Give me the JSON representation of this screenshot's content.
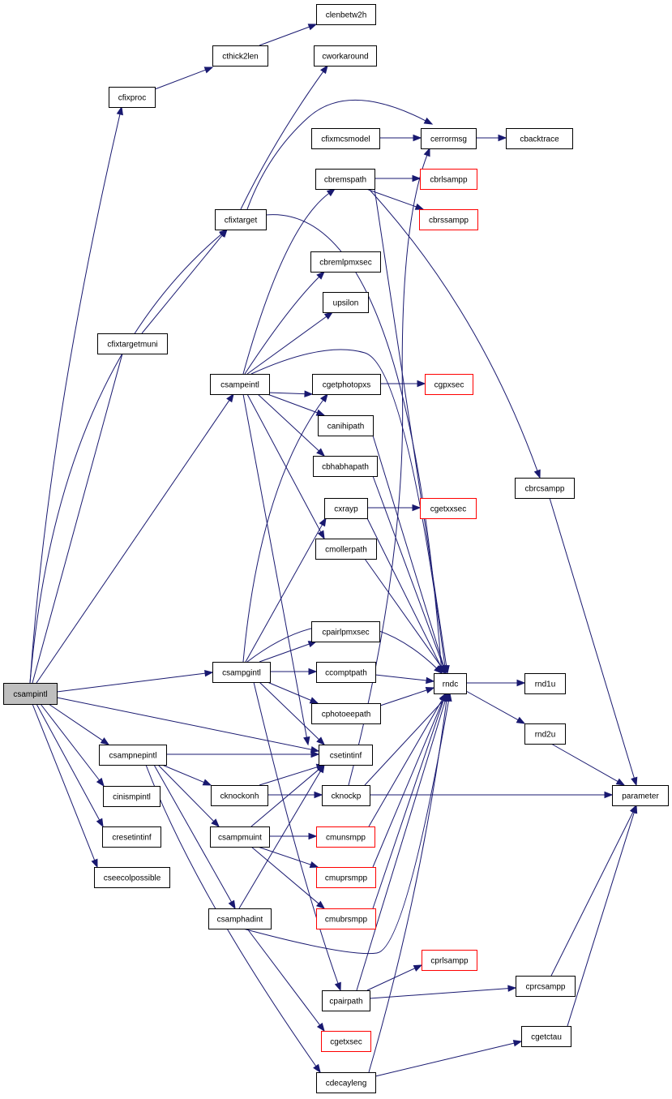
{
  "graph": {
    "root": "csampintl",
    "colors": {
      "edge": "#191970",
      "normal_border": "#000000",
      "missing_border": "#ff0000",
      "root_fill": "#bfbfbf"
    },
    "nodes": [
      {
        "id": "csampintl",
        "label": "csampintl",
        "style": "root"
      },
      {
        "id": "cfixproc",
        "label": "cfixproc",
        "style": "normal"
      },
      {
        "id": "cthick2len",
        "label": "cthick2len",
        "style": "normal"
      },
      {
        "id": "clenbetw2h",
        "label": "clenbetw2h",
        "style": "normal"
      },
      {
        "id": "cworkaround",
        "label": "cworkaround",
        "style": "normal"
      },
      {
        "id": "cfixmcsmodel",
        "label": "cfixmcsmodel",
        "style": "normal"
      },
      {
        "id": "cerrormsg",
        "label": "cerrormsg",
        "style": "normal"
      },
      {
        "id": "cbacktrace",
        "label": "cbacktrace",
        "style": "normal"
      },
      {
        "id": "cbremspath",
        "label": "cbremspath",
        "style": "normal"
      },
      {
        "id": "cbrlsampp",
        "label": "cbrlsampp",
        "style": "missing"
      },
      {
        "id": "cbrssampp",
        "label": "cbrssampp",
        "style": "missing"
      },
      {
        "id": "cfixtarget",
        "label": "cfixtarget",
        "style": "normal"
      },
      {
        "id": "cbremlpmxsec",
        "label": "cbremlpmxsec",
        "style": "normal"
      },
      {
        "id": "upsilon",
        "label": "upsilon",
        "style": "normal"
      },
      {
        "id": "cfixtargetmuni",
        "label": "cfixtargetmuni",
        "style": "normal"
      },
      {
        "id": "csampeintl",
        "label": "csampeintl",
        "style": "normal"
      },
      {
        "id": "cgetphotopxs",
        "label": "cgetphotopxs",
        "style": "normal"
      },
      {
        "id": "cgpxsec",
        "label": "cgpxsec",
        "style": "missing"
      },
      {
        "id": "canihipath",
        "label": "canihipath",
        "style": "normal"
      },
      {
        "id": "cbhabhapath",
        "label": "cbhabhapath",
        "style": "normal"
      },
      {
        "id": "cbrcsampp",
        "label": "cbrcsampp",
        "style": "normal"
      },
      {
        "id": "cxrayp",
        "label": "cxrayp",
        "style": "normal"
      },
      {
        "id": "cgetxxsec",
        "label": "cgetxxsec",
        "style": "missing"
      },
      {
        "id": "cmollerpath",
        "label": "cmollerpath",
        "style": "normal"
      },
      {
        "id": "cpairlpmxsec",
        "label": "cpairlpmxsec",
        "style": "normal"
      },
      {
        "id": "csampgintl",
        "label": "csampgintl",
        "style": "normal"
      },
      {
        "id": "ccomptpath",
        "label": "ccomptpath",
        "style": "normal"
      },
      {
        "id": "rndc",
        "label": "rndc",
        "style": "normal"
      },
      {
        "id": "rnd1u",
        "label": "rnd1u",
        "style": "normal"
      },
      {
        "id": "cphotoeepath",
        "label": "cphotoeepath",
        "style": "normal"
      },
      {
        "id": "rnd2u",
        "label": "rnd2u",
        "style": "normal"
      },
      {
        "id": "csampnepintl",
        "label": "csampnepintl",
        "style": "normal"
      },
      {
        "id": "csetintinf",
        "label": "csetintinf",
        "style": "normal"
      },
      {
        "id": "cknockonh",
        "label": "cknockonh",
        "style": "normal"
      },
      {
        "id": "cknockp",
        "label": "cknockp",
        "style": "normal"
      },
      {
        "id": "parameter",
        "label": "parameter",
        "style": "normal"
      },
      {
        "id": "cinismpintl",
        "label": "cinismpintl",
        "style": "normal"
      },
      {
        "id": "csampmuint",
        "label": "csampmuint",
        "style": "normal"
      },
      {
        "id": "cmunsmpp",
        "label": "cmunsmpp",
        "style": "missing"
      },
      {
        "id": "cresetintinf",
        "label": "cresetintinf",
        "style": "normal"
      },
      {
        "id": "cmuprsmpp",
        "label": "cmuprsmpp",
        "style": "missing"
      },
      {
        "id": "cseecolpossible",
        "label": "cseecolpossible",
        "style": "normal"
      },
      {
        "id": "cmubrsmpp",
        "label": "cmubrsmpp",
        "style": "missing"
      },
      {
        "id": "csamphadint",
        "label": "csamphadint",
        "style": "normal"
      },
      {
        "id": "cprlsampp",
        "label": "cprlsampp",
        "style": "missing"
      },
      {
        "id": "cpairpath",
        "label": "cpairpath",
        "style": "normal"
      },
      {
        "id": "cprcsampp",
        "label": "cprcsampp",
        "style": "normal"
      },
      {
        "id": "cgetctau",
        "label": "cgetctau",
        "style": "normal"
      },
      {
        "id": "cgetxsec",
        "label": "cgetxsec",
        "style": "missing"
      },
      {
        "id": "cdecayleng",
        "label": "cdecayleng",
        "style": "normal"
      }
    ],
    "edges": [
      [
        "csampintl",
        "cfixproc"
      ],
      [
        "csampintl",
        "cfixtarget"
      ],
      [
        "csampintl",
        "cfixtargetmuni"
      ],
      [
        "csampintl",
        "csampeintl"
      ],
      [
        "csampintl",
        "csampgintl"
      ],
      [
        "csampintl",
        "csetintinf"
      ],
      [
        "csampintl",
        "csampnepintl"
      ],
      [
        "csampintl",
        "cinismpintl"
      ],
      [
        "csampintl",
        "cresetintinf"
      ],
      [
        "csampintl",
        "cseecolpossible"
      ],
      [
        "cfixproc",
        "cthick2len"
      ],
      [
        "cthick2len",
        "clenbetw2h"
      ],
      [
        "cfixtarget",
        "cworkaround"
      ],
      [
        "cfixtarget",
        "cerrormsg"
      ],
      [
        "cfixtarget",
        "rndc"
      ],
      [
        "cfixtargetmuni",
        "cfixtarget"
      ],
      [
        "cfixmcsmodel",
        "cerrormsg"
      ],
      [
        "cerrormsg",
        "cbacktrace"
      ],
      [
        "cbremspath",
        "cbrlsampp"
      ],
      [
        "cbremspath",
        "cbrssampp"
      ],
      [
        "cbremspath",
        "cbrcsampp"
      ],
      [
        "cbremspath",
        "rndc"
      ],
      [
        "csampeintl",
        "cbremspath"
      ],
      [
        "csampeintl",
        "cbremlpmxsec"
      ],
      [
        "csampeintl",
        "upsilon"
      ],
      [
        "csampeintl",
        "rndc"
      ],
      [
        "csampeintl",
        "cgetphotopxs"
      ],
      [
        "csampeintl",
        "canihipath"
      ],
      [
        "csampeintl",
        "cbhabhapath"
      ],
      [
        "csampeintl",
        "cmollerpath"
      ],
      [
        "csampeintl",
        "csetintinf"
      ],
      [
        "cgetphotopxs",
        "cgpxsec"
      ],
      [
        "canihipath",
        "rndc"
      ],
      [
        "cbhabhapath",
        "rndc"
      ],
      [
        "cxrayp",
        "cgetxxsec"
      ],
      [
        "cxrayp",
        "rndc"
      ],
      [
        "cmollerpath",
        "rndc"
      ],
      [
        "cbrcsampp",
        "parameter"
      ],
      [
        "csampgintl",
        "cgetphotopxs"
      ],
      [
        "csampgintl",
        "cxrayp"
      ],
      [
        "csampgintl",
        "rndc"
      ],
      [
        "csampgintl",
        "cpairlpmxsec"
      ],
      [
        "csampgintl",
        "ccomptpath"
      ],
      [
        "csampgintl",
        "cphotoeepath"
      ],
      [
        "csampgintl",
        "csetintinf"
      ],
      [
        "csampgintl",
        "cpairpath"
      ],
      [
        "ccomptpath",
        "rndc"
      ],
      [
        "cphotoeepath",
        "rndc"
      ],
      [
        "rndc",
        "rnd1u"
      ],
      [
        "rndc",
        "rnd2u"
      ],
      [
        "rnd2u",
        "parameter"
      ],
      [
        "csampnepintl",
        "csetintinf"
      ],
      [
        "csampnepintl",
        "cknockonh"
      ],
      [
        "csampnepintl",
        "csampmuint"
      ],
      [
        "csampnepintl",
        "csamphadint"
      ],
      [
        "csampnepintl",
        "cdecayleng"
      ],
      [
        "cknockonh",
        "cknockp"
      ],
      [
        "cknockonh",
        "csetintinf"
      ],
      [
        "cknockp",
        "parameter"
      ],
      [
        "cknockp",
        "rndc"
      ],
      [
        "cknockp",
        "cerrormsg"
      ],
      [
        "csampmuint",
        "cmunsmpp"
      ],
      [
        "csampmuint",
        "cmuprsmpp"
      ],
      [
        "csampmuint",
        "cmubrsmpp"
      ],
      [
        "csampmuint",
        "csetintinf"
      ],
      [
        "cmunsmpp",
        "rndc"
      ],
      [
        "cmuprsmpp",
        "rndc"
      ],
      [
        "cmubrsmpp",
        "rndc"
      ],
      [
        "csamphadint",
        "cgetxsec"
      ],
      [
        "csamphadint",
        "rndc"
      ],
      [
        "csamphadint",
        "csetintinf"
      ],
      [
        "cpairpath",
        "cprlsampp"
      ],
      [
        "cpairpath",
        "cprcsampp"
      ],
      [
        "cpairpath",
        "rndc"
      ],
      [
        "cprcsampp",
        "parameter"
      ],
      [
        "cdecayleng",
        "cgetctau"
      ],
      [
        "cdecayleng",
        "rndc"
      ],
      [
        "cgetctau",
        "parameter"
      ]
    ]
  }
}
